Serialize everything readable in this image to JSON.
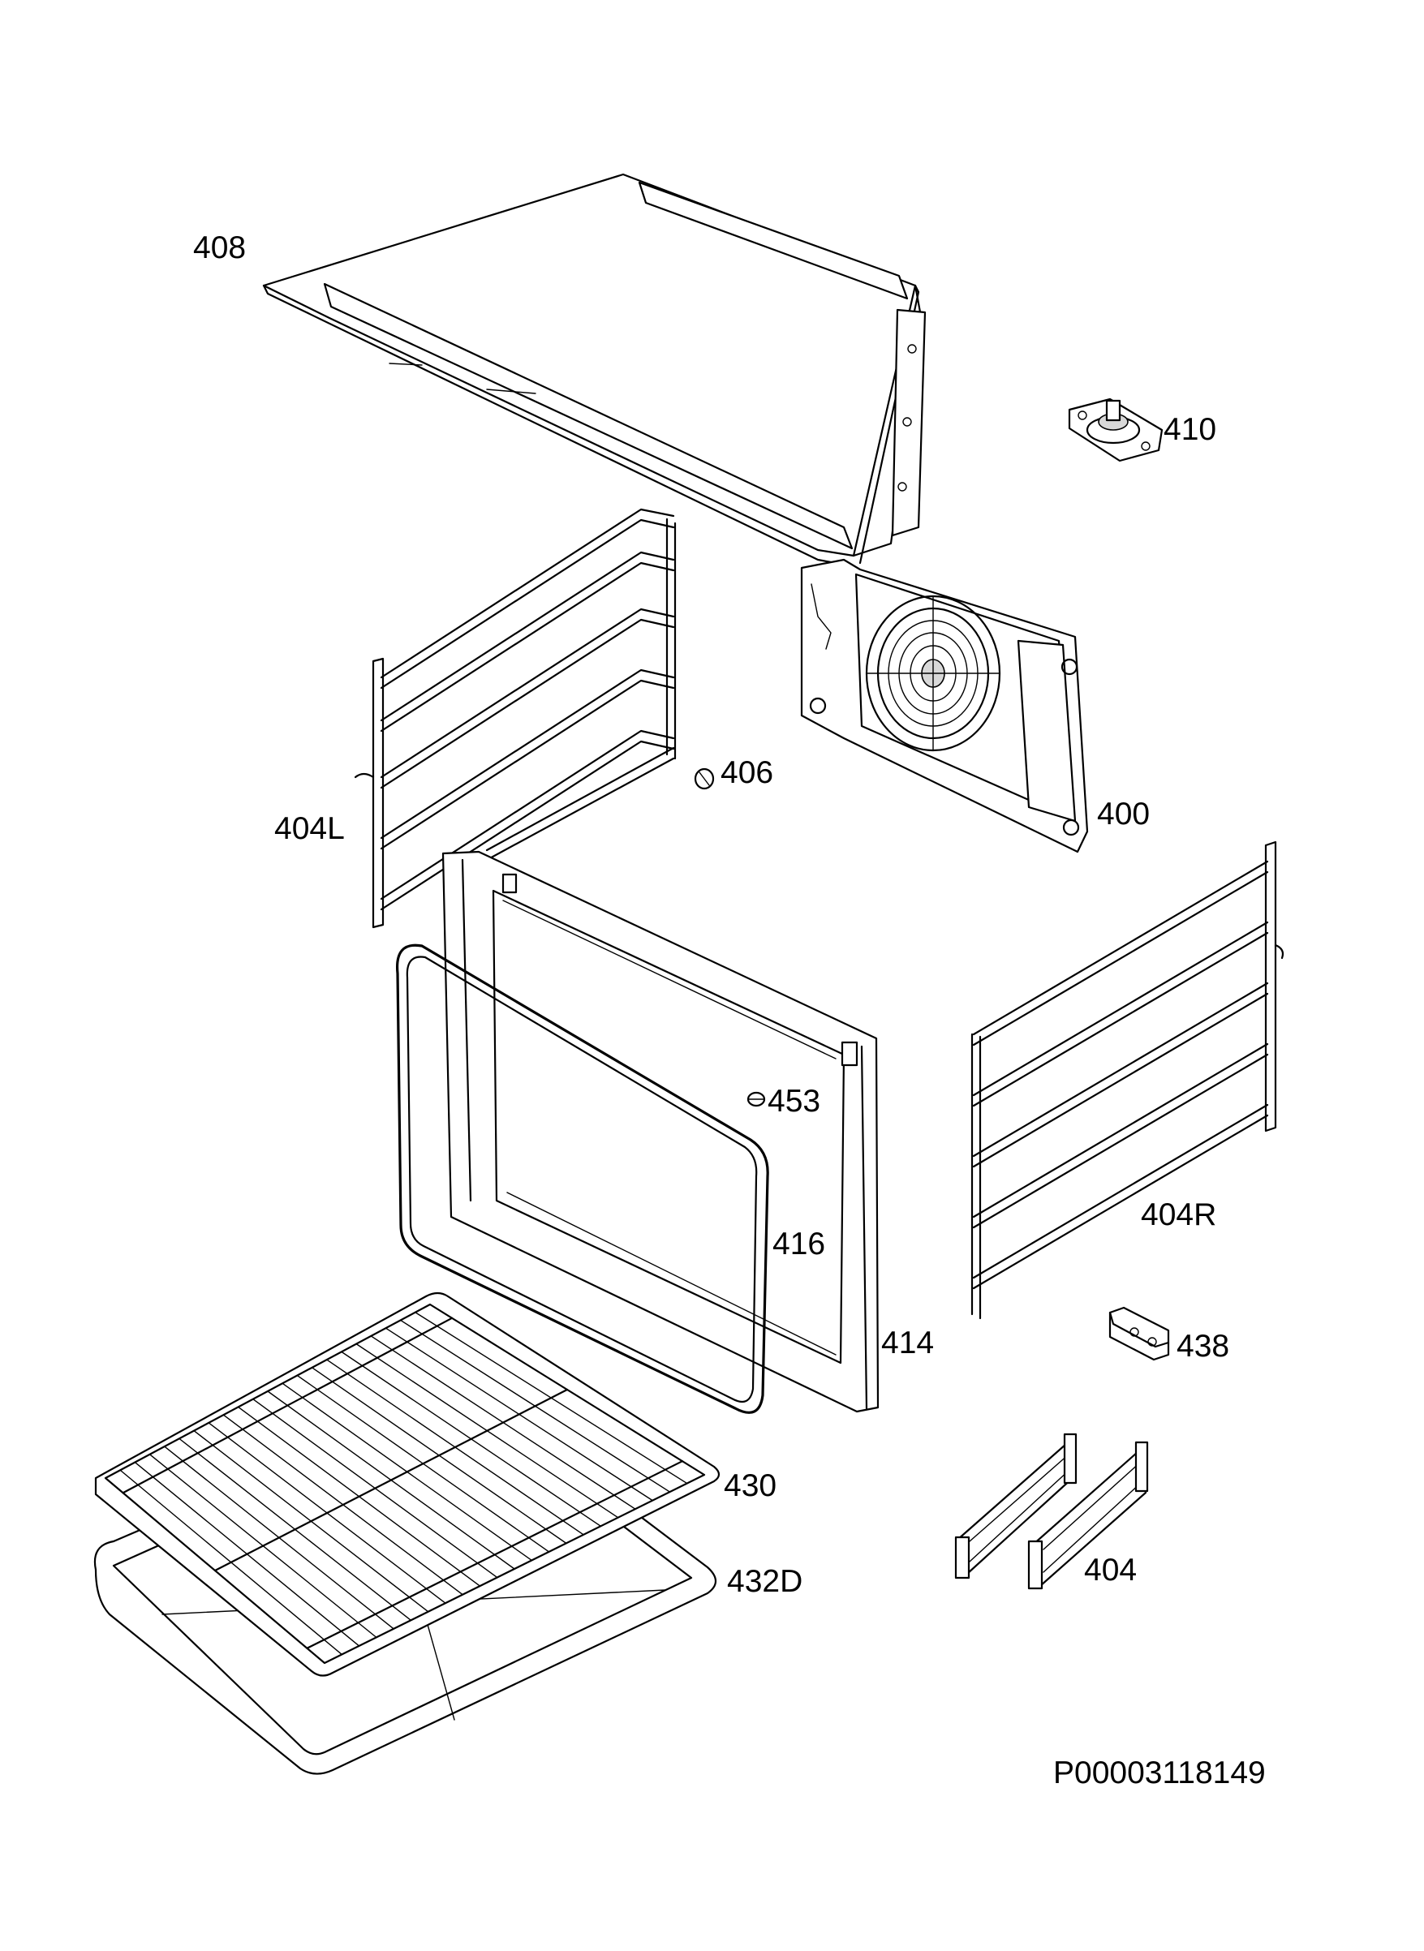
{
  "diagram": {
    "parts": [
      {
        "id": "p408",
        "label": "408"
      },
      {
        "id": "p410",
        "label": "410"
      },
      {
        "id": "p406",
        "label": "406"
      },
      {
        "id": "p400",
        "label": "400"
      },
      {
        "id": "p404L",
        "label": "404L"
      },
      {
        "id": "p404R",
        "label": "404R"
      },
      {
        "id": "p453",
        "label": "453"
      },
      {
        "id": "p416",
        "label": "416"
      },
      {
        "id": "p414",
        "label": "414"
      },
      {
        "id": "p438",
        "label": "438"
      },
      {
        "id": "p430",
        "label": "430"
      },
      {
        "id": "p432D",
        "label": "432D"
      },
      {
        "id": "p404",
        "label": "404"
      }
    ],
    "document_id": "P00003118149"
  }
}
